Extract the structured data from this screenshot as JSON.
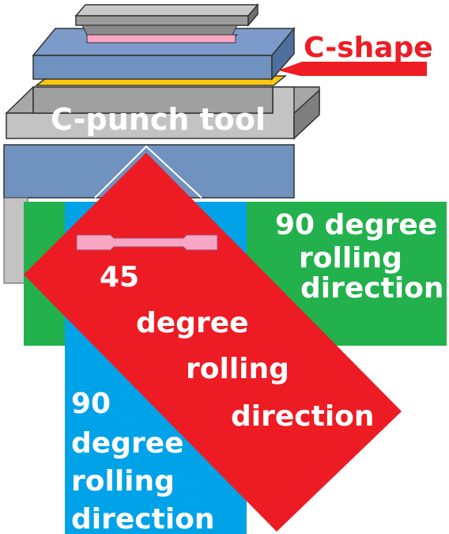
{
  "labels": {
    "c_shape": "C-shape",
    "c_punch_tool": "C-punch tool",
    "green_dir_line1": "90 degree",
    "green_dir_line2": "rolling",
    "green_dir_line3": "direction",
    "red_dir_line1": "45",
    "red_dir_line2": "degree",
    "red_dir_line3": "rolling",
    "red_dir_line4": "direction",
    "blue_dir_line1": "90",
    "blue_dir_line2": "degree",
    "blue_dir_line3": "rolling",
    "blue_dir_line4": "direction"
  },
  "colors": {
    "tool_gray": "#c3c3c3",
    "plate_blue": "#7092be",
    "sheet_yellow": "#ffc90e",
    "specimen_pink": "#f7a6c4",
    "sheet_green": "#22b14c",
    "sheet_red": "#ed1c24",
    "sheet_blue": "#00a2e8",
    "arrow_red": "#ee1c24"
  }
}
